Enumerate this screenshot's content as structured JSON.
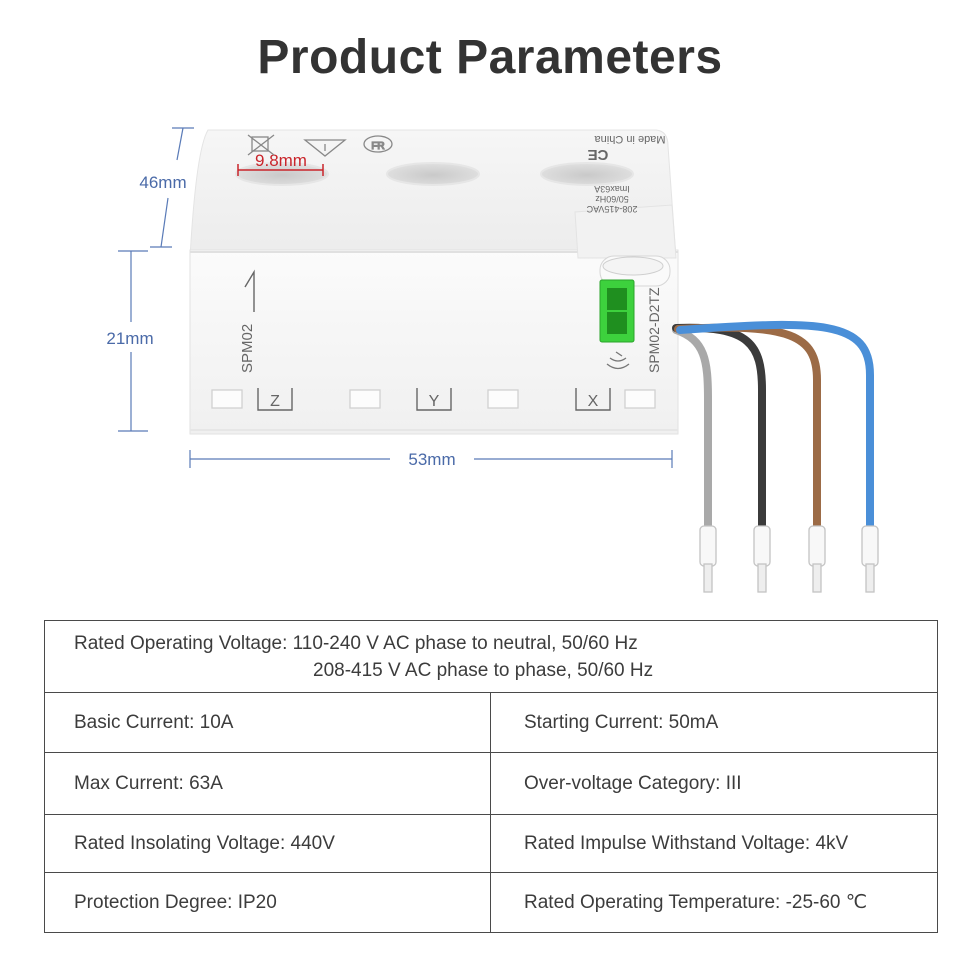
{
  "title": "Product Parameters",
  "dimensions": {
    "width": "53mm",
    "depth": "46mm",
    "height": "21mm",
    "hole": "9.8mm"
  },
  "device": {
    "model_label": "SPM02",
    "model_label_side": "SPM02-D2TZ",
    "made_in": "Made in China",
    "rating_voltage": "208-415VAC",
    "rating_frequency": "50/60Hz",
    "rating_current": "Imax63A",
    "terminals": [
      "Z",
      "Y",
      "X"
    ]
  },
  "wires": {
    "colors": [
      "#a9a9a9",
      "#3b3b3b",
      "#9c6b46",
      "#4a8fd8"
    ]
  },
  "specs": {
    "voltage_line1": "Rated Operating Voltage: 110-240 V AC phase to neutral, 50/60 Hz",
    "voltage_line2": "208-415 V AC phase to phase, 50/60 Hz",
    "rows": [
      [
        "Basic Current: 10A",
        "Starting Current: 50mA"
      ],
      [
        "Max Current: 63A",
        "Over-voltage Category: III"
      ],
      [
        "Rated Insolating Voltage: 440V",
        "Rated Impulse Withstand Voltage: 4kV"
      ],
      [
        "Protection Degree: IP20",
        "Rated Operating Temperature: -25-60 ℃"
      ]
    ]
  }
}
